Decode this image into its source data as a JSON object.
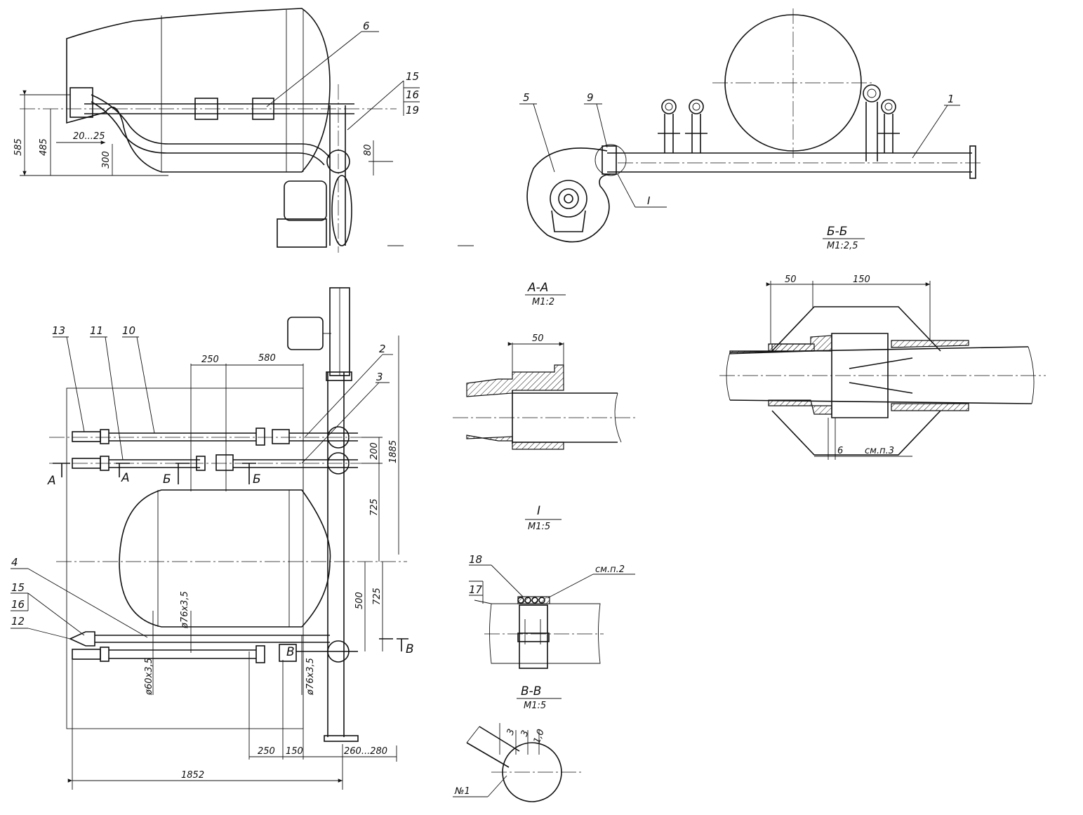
{
  "sections": {
    "aa": {
      "title": "А-А",
      "scale": "М1:2"
    },
    "bb": {
      "title": "Б-Б",
      "scale": "М1:2,5"
    },
    "detail_i": {
      "title": "I",
      "scale": "М1:5"
    },
    "vv": {
      "title": "В-В",
      "scale": "М1:5"
    }
  },
  "callouts": {
    "p1": "1",
    "p2": "2",
    "p3": "3",
    "p4": "4",
    "p5": "5",
    "p6": "6",
    "p9": "9",
    "p10": "10",
    "p11": "11",
    "p12": "12",
    "p13": "13",
    "p15_top": "15",
    "p16_top": "16",
    "p19_top": "19",
    "p15_bot": "15",
    "p16_bot": "16",
    "p17": "17",
    "p18": "18",
    "pI": "I"
  },
  "notes": {
    "see_note_2": "см.п.2",
    "see_note_3": "см.п.3",
    "weld_number": "№1"
  },
  "section_marks": {
    "a_left": "А",
    "a_right": "А",
    "b_left": "Б",
    "b_right": "Б",
    "v_left": "В",
    "v_right": "В"
  },
  "dimensions": {
    "d585": "585",
    "d485": "485",
    "d20_25": "20...25",
    "d300": "300",
    "d80": "80",
    "d250_top": "250",
    "d580": "580",
    "d200": "200",
    "d1885": "1885",
    "d725_a": "725",
    "d725_b": "725",
    "d500": "500",
    "d250_bot": "250",
    "d150": "150",
    "d260_280": "260...280",
    "d1852": "1852",
    "d76x3_5_a": "ø76х3,5",
    "d60x3_5": "ø60х3,5",
    "d76x3_5_b": "ø76х3,5",
    "aa_50": "50",
    "bb_50": "50",
    "bb_150": "150",
    "bb_6": "6",
    "vv_3": "3",
    "vv_3b": "3",
    "vv_1_0": "1,0"
  }
}
